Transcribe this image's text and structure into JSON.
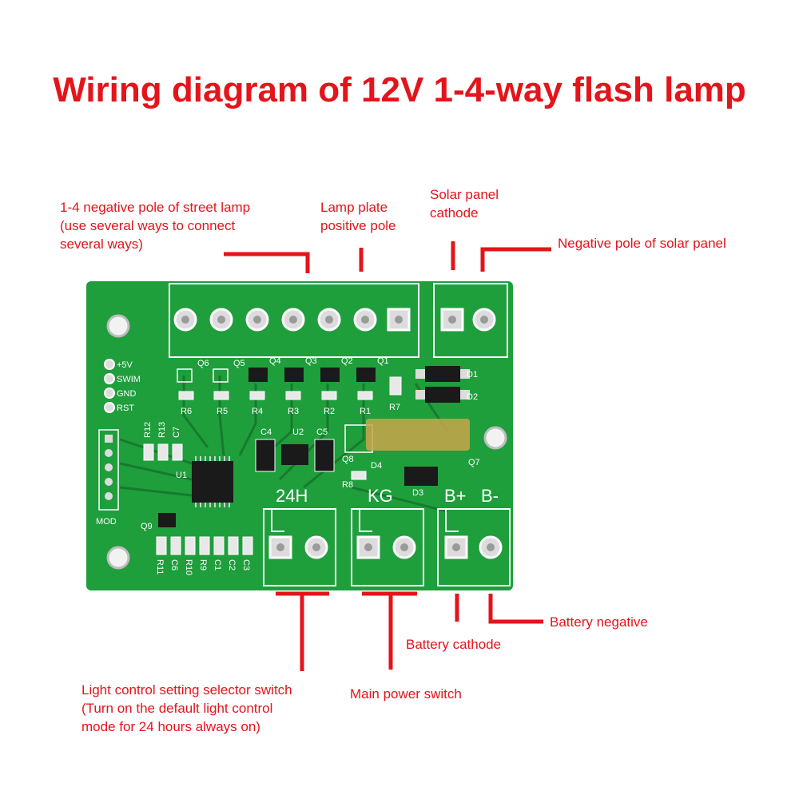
{
  "title": "Wiring diagram of 12V 1-4-way flash lamp",
  "labels": {
    "street_lamp_neg": "1-4 negative pole of street lamp\n(use several ways to connect\nseveral ways)",
    "lamp_plate_pos": "Lamp plate\npositive pole",
    "solar_cathode": "Solar panel\ncathode",
    "solar_neg": "Negative pole of solar panel",
    "battery_negative": "Battery negative",
    "battery_cathode": "Battery cathode",
    "main_power_switch": "Main power switch",
    "light_control": "Light control setting selector switch\n(Turn on the default light control\nmode for 24 hours always on)"
  },
  "board": {
    "prog_pins": [
      "+5V",
      "SWIM",
      "GND",
      "RST"
    ],
    "mod_label": "MOD",
    "top_connectors": [
      "Q6",
      "Q5",
      "Q4",
      "Q3",
      "Q2",
      "Q1"
    ],
    "resistors": [
      "R6",
      "R5",
      "R4",
      "R3",
      "R2",
      "R1"
    ],
    "misc": [
      "D1",
      "D2",
      "R7",
      "U2",
      "C4",
      "C5",
      "Q8",
      "D4",
      "R8",
      "D3",
      "Q7",
      "U1",
      "R12",
      "R13",
      "C7",
      "Q9"
    ],
    "bottom_labels": [
      "R11",
      "C6",
      "R10",
      "R9",
      "C1",
      "C2",
      "C3"
    ],
    "terminals": [
      "24H",
      "KG",
      "B+",
      "B-"
    ]
  },
  "colors": {
    "accent": "#e4141b",
    "pcb": "#1f9e3c",
    "pcb_dark": "#177a2e",
    "silk": "#ffffff"
  }
}
